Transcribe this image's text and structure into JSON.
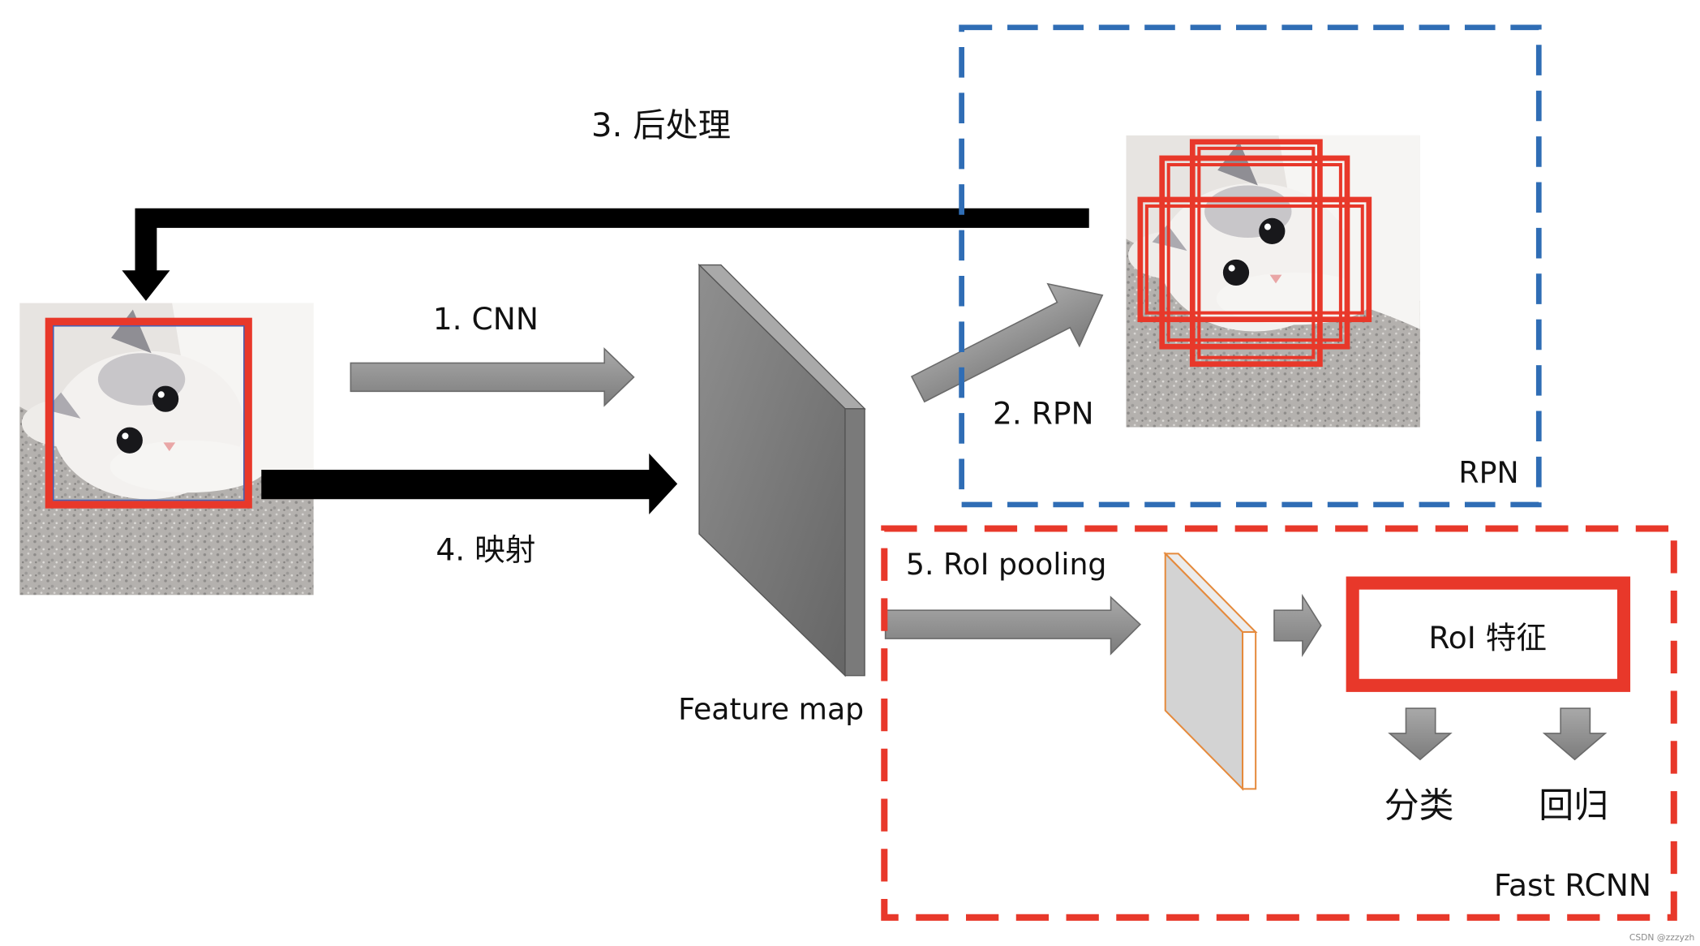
{
  "labels": {
    "step3": "3. 后处理",
    "step1": "1. CNN",
    "step4": "4. 映射",
    "feature_map": "Feature map",
    "step2": "2. RPN",
    "rpn_box": "RPN",
    "step5": "5. RoI pooling",
    "roi_feature": "RoI 特征",
    "classification": "分类",
    "regression": "回归",
    "fast_rcnn_box": "Fast RCNN"
  },
  "watermark": "CSDN @zzzyzh",
  "colors": {
    "rpn_border": "#2F6DB5",
    "fast_rcnn_border": "#E8382A",
    "box_red": "#E8382A",
    "small_slab_outline": "#E58A3C"
  }
}
